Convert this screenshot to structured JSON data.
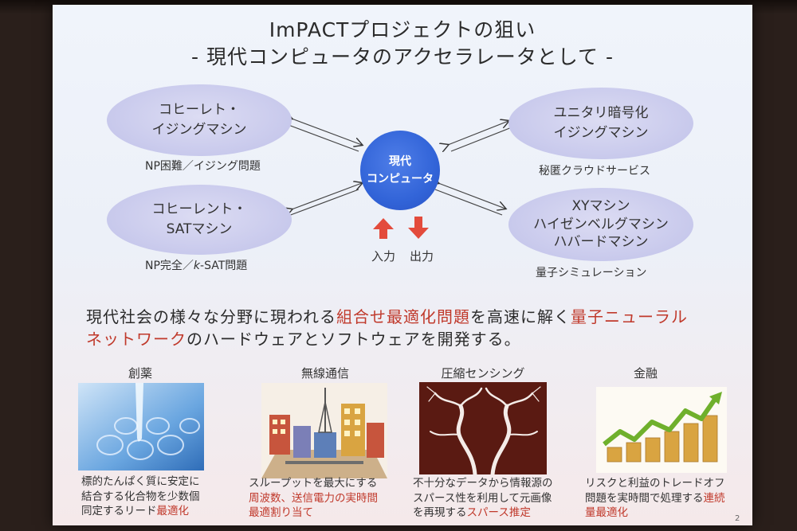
{
  "slide": {
    "title": "ImPACTプロジェクトの狙い",
    "subtitle": "- 現代コンピュータのアクセラレータとして -",
    "page_number": "2"
  },
  "diagram": {
    "center": "現代\nコンピュータ",
    "nodes": [
      {
        "label": "コヒーレト・\nイジングマシン",
        "caption": "NP困難／イジング問題"
      },
      {
        "label": "コヒーレント・\nSATマシン",
        "caption_pre": "NP完全／",
        "caption_em": "k",
        "caption_post": "-SAT問題"
      },
      {
        "label": "ユニタリ暗号化\nイジングマシン",
        "caption": "秘匿クラウドサービス"
      },
      {
        "label": "XYマシン\nハイゼンベルグマシン\nハバードマシン",
        "caption": "量子シミュレーション"
      }
    ],
    "input_label": "入力",
    "output_label": "出力",
    "arrow_color_in": "#e34b3c",
    "arrow_color_out": "#e34b3c"
  },
  "statement": {
    "p1": "現代社会の様々な分野に現われる",
    "h1": "組合せ最適化問題",
    "p2": "を高速に解く",
    "h2": "量子ニューラル",
    "h3": "ネットワーク",
    "p3": "のハードウェアとソフトウェアを開発する。"
  },
  "applications": [
    {
      "title": "創薬",
      "icon": "drug-discovery-photo",
      "l1": "標的たんぱく質に安定に",
      "l2": "結合する化合物を少数個",
      "l3a": "同定するリード",
      "l3b": "最適化",
      "l3c": ""
    },
    {
      "title": "無線通信",
      "icon": "city-network-illustration",
      "l1": "スループットを最大にする",
      "l2a": "",
      "l2b": "周波数、送信電力の実時間",
      "l3a": "",
      "l3b": "最適割り当て",
      "l3c": ""
    },
    {
      "title": "圧縮センシング",
      "icon": "angiography-image",
      "l1": "不十分なデータから情報源の",
      "l2": "スパース性を利用して元画像",
      "l3a": "を再現する",
      "l3b": "スパース推定",
      "l3c": ""
    },
    {
      "title": "金融",
      "icon": "coins-growth-chart",
      "l1": "リスクと利益のトレードオフ",
      "l2a": "問題を実時間で処理する",
      "l2b": "連続",
      "l3a": "",
      "l3b": "量最適化",
      "l3c": ""
    }
  ],
  "colors": {
    "accent_red": "#c0392b",
    "ellipse": "#c8c9ec",
    "center_blue": "#3264d8"
  }
}
